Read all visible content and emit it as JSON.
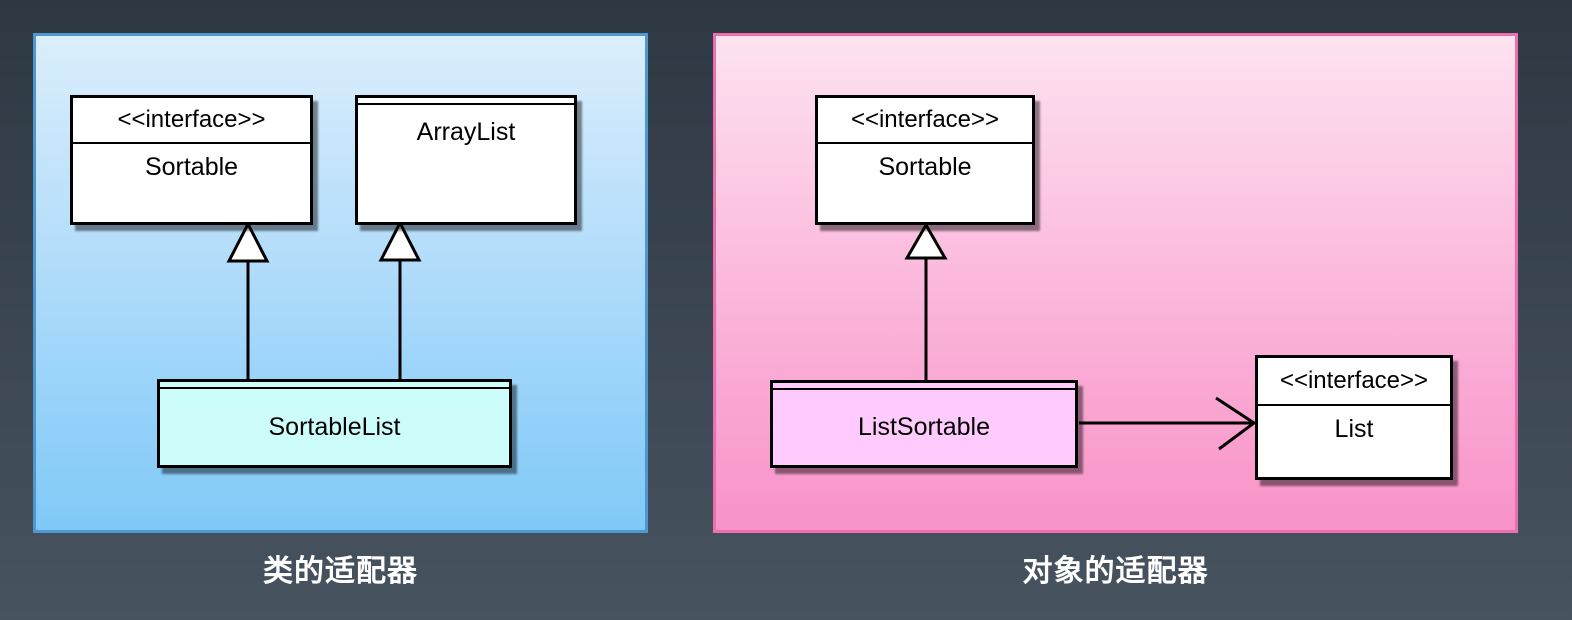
{
  "page": {
    "background_top": "#2d3843",
    "background_bottom": "#47535f"
  },
  "panels": [
    {
      "id": "class-adapter",
      "caption": "类的适配器",
      "background_top": "#dbeefc",
      "background_bottom": "#7fc9f8",
      "border_color": "#4f97d0",
      "boxes": [
        {
          "id": "sortable",
          "stereotype": "<<interface>>",
          "name": "Sortable",
          "fill": "#ffffff"
        },
        {
          "id": "arraylist",
          "stereotype": "",
          "name": "ArrayList",
          "fill": "#ffffff"
        },
        {
          "id": "sortablelist",
          "stereotype": "",
          "name": "SortableList",
          "fill": "#cdfdfb"
        }
      ],
      "relations": [
        {
          "from": "SortableList",
          "to": "Sortable",
          "type": "generalization-hollow-triangle"
        },
        {
          "from": "SortableList",
          "to": "ArrayList",
          "type": "generalization-hollow-triangle"
        }
      ]
    },
    {
      "id": "object-adapter",
      "caption": "对象的适配器",
      "background_top": "#fde3f0",
      "background_bottom": "#f893c7",
      "border_color": "#ee6fae",
      "boxes": [
        {
          "id": "sortable",
          "stereotype": "<<interface>>",
          "name": "Sortable",
          "fill": "#ffffff"
        },
        {
          "id": "listsortable",
          "stereotype": "",
          "name": "ListSortable",
          "fill": "#fecbfc"
        },
        {
          "id": "list",
          "stereotype": "<<interface>>",
          "name": "List",
          "fill": "#ffffff"
        }
      ],
      "relations": [
        {
          "from": "ListSortable",
          "to": "Sortable",
          "type": "generalization-hollow-triangle"
        },
        {
          "from": "ListSortable",
          "to": "List",
          "type": "association-open-arrow"
        }
      ]
    }
  ],
  "colors": {
    "line": "#000000",
    "box_white": "#ffffff",
    "box_cyan": "#cdfdfb",
    "box_pink": "#fecbfc",
    "caption_text": "#ffffff"
  }
}
